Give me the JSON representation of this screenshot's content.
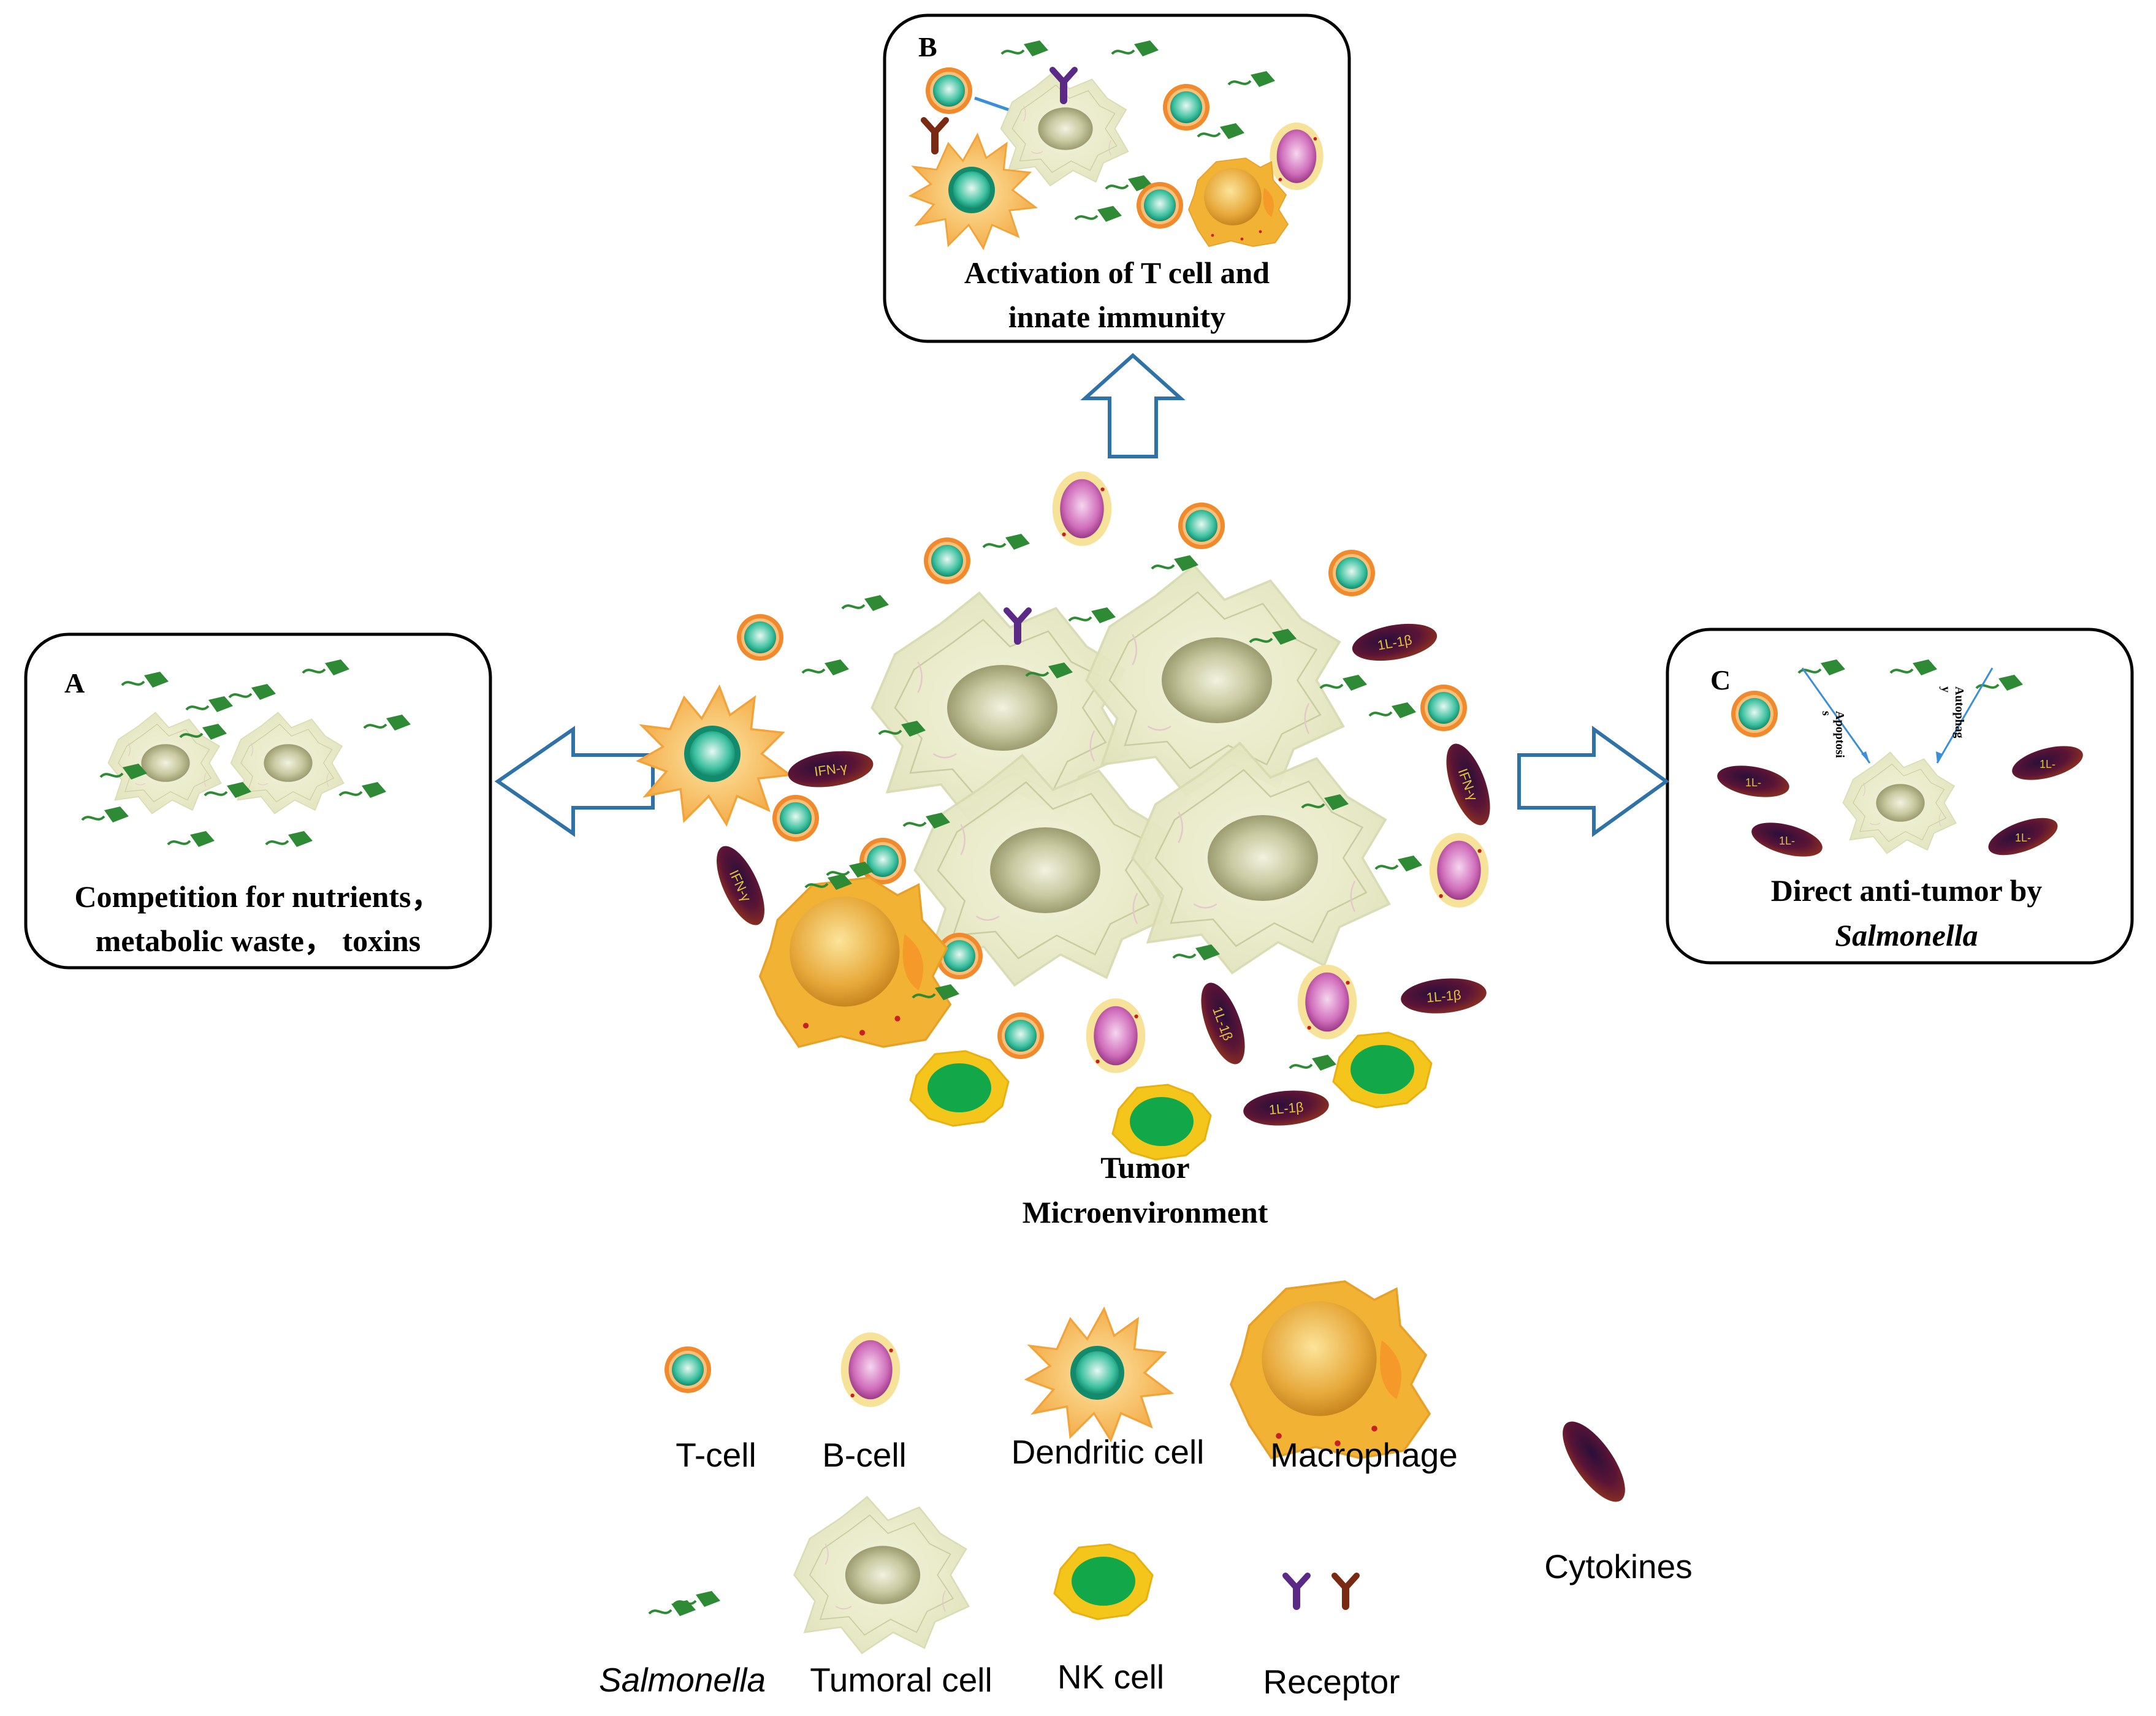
{
  "panels": {
    "a": {
      "letter": "A",
      "caption_line1": "Competition for nutrients，",
      "caption_line2": "metabolic waste， toxins"
    },
    "b": {
      "letter": "B",
      "caption_line1": "Activation of T cell  and",
      "caption_line2": "innate immunity"
    },
    "c": {
      "letter": "C",
      "caption_line1": "Direct  anti-tumor by",
      "caption_line2": "Salmonella",
      "apoptosis_label": "Apoptosi\ns",
      "autophagy_label": "Autophag\ny"
    }
  },
  "center": {
    "label_line1": "Tumor",
    "label_line2": "Microenvironment"
  },
  "cytokine_labels": {
    "il1b": "1L-1β",
    "ifng": "IFN-γ",
    "il_short": "1L-"
  },
  "legend": {
    "t_cell": "T-cell",
    "b_cell": "B-cell",
    "dendritic_cell": "Dendritic cell",
    "macrophage": "Macrophage",
    "cytokines": "Cytokines",
    "salmonella": "Salmonella",
    "tumoral_cell": "Tumoral cell",
    "nk_cell": "NK cell",
    "receptor": "Receptor"
  },
  "colors": {
    "salmonella": "#2f8a35",
    "t_cell_ring": "#f08a2c",
    "t_cell_core": "#1fae8c",
    "b_cell_outer": "#f7e29a",
    "b_cell_core": "#c45fb0",
    "tumor_fill": "#eceecb",
    "tumor_nucleus": "#c2c29a",
    "dendritic": "#f6b340",
    "macrophage": "#f2b233",
    "nk_outer": "#f4c51a",
    "nk_core": "#12a84a",
    "cytokine": "#4a1236",
    "cytokine_text": "#e3c23c",
    "arrow": "#2f72a8",
    "receptor_purple": "#5a2a86",
    "receptor_brown": "#7a2a12"
  }
}
